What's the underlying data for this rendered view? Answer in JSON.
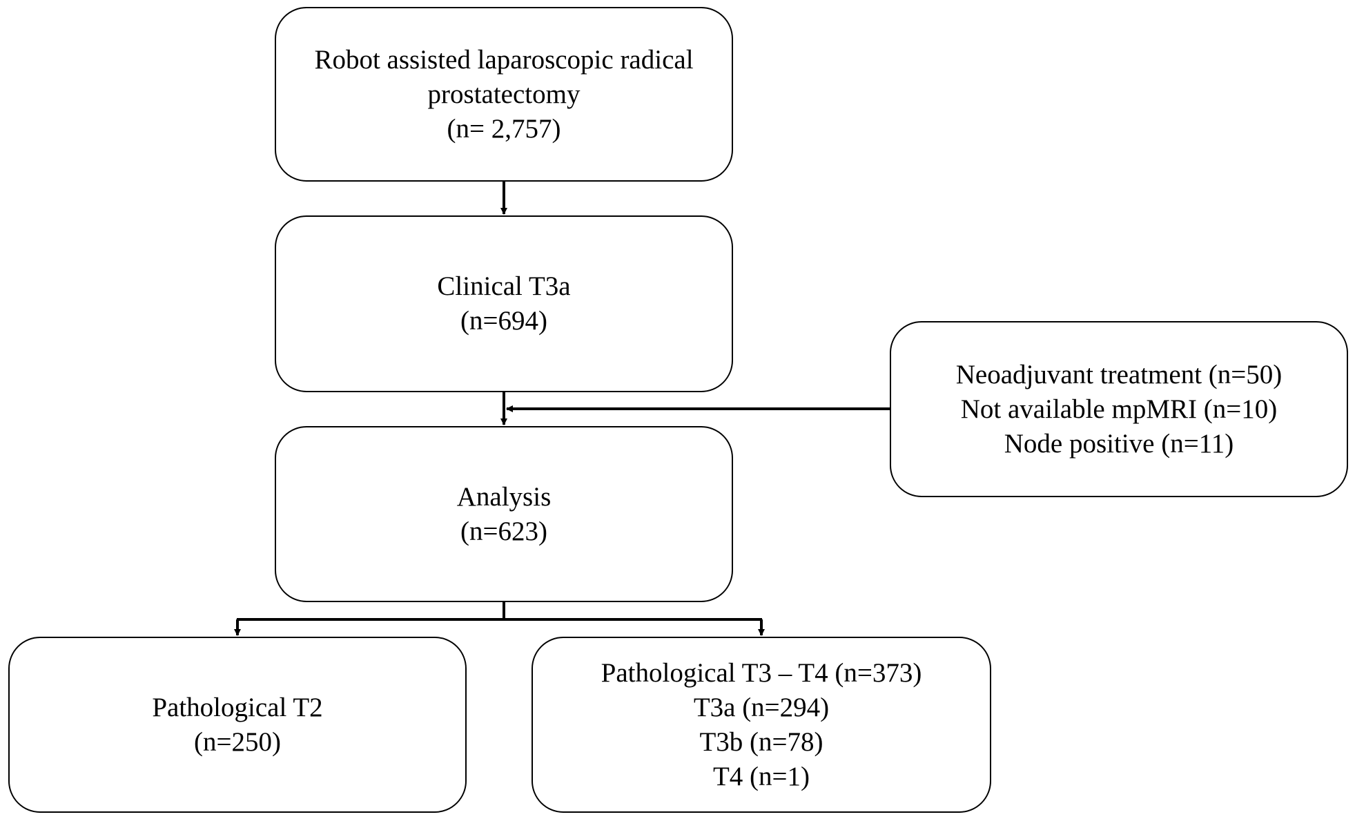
{
  "boxes": {
    "rarp": {
      "title_line1": "Robot assisted laparoscopic radical",
      "title_line2": "prostatectomy",
      "count": "(n= 2,757)"
    },
    "clinical": {
      "title": "Clinical T3a",
      "count": "(n=694)"
    },
    "exclusion": {
      "items": [
        "Neoadjuvant treatment (n=50)",
        "Not available mpMRI (n=10)",
        "Node positive (n=11)"
      ]
    },
    "analysis": {
      "title": "Analysis",
      "count": "(n=623)"
    },
    "pathological_t2": {
      "title": "Pathological T2",
      "count": "(n=250)"
    },
    "pathological_t3_t4": {
      "title": "Pathological T3 – T4 (n=373)",
      "breakdown": [
        "T3a (n=294)",
        "T3b (n=78)",
        "T4 (n=1)"
      ]
    }
  },
  "colors": {
    "stroke": "#000000",
    "background": "#ffffff"
  }
}
